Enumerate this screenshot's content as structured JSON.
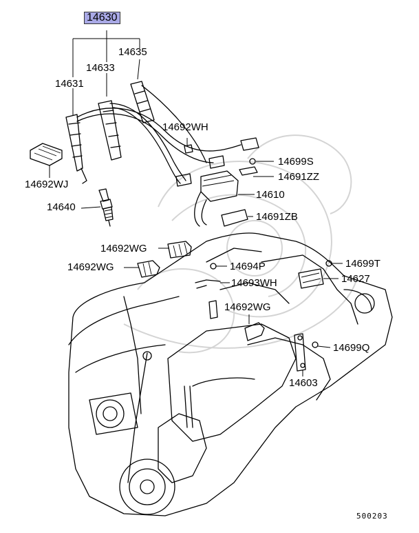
{
  "diagram": {
    "assembly_label": "14630",
    "reference_code": "500203",
    "parts": [
      "14635",
      "14633",
      "14631",
      "14692WH",
      "14699S",
      "14691ZZ",
      "14692WJ",
      "14610",
      "14640",
      "14691ZB",
      "14692WG",
      "14692WG",
      "14694P",
      "14699T",
      "14693WH",
      "14627",
      "14692WG",
      "14699Q",
      "14603"
    ]
  }
}
